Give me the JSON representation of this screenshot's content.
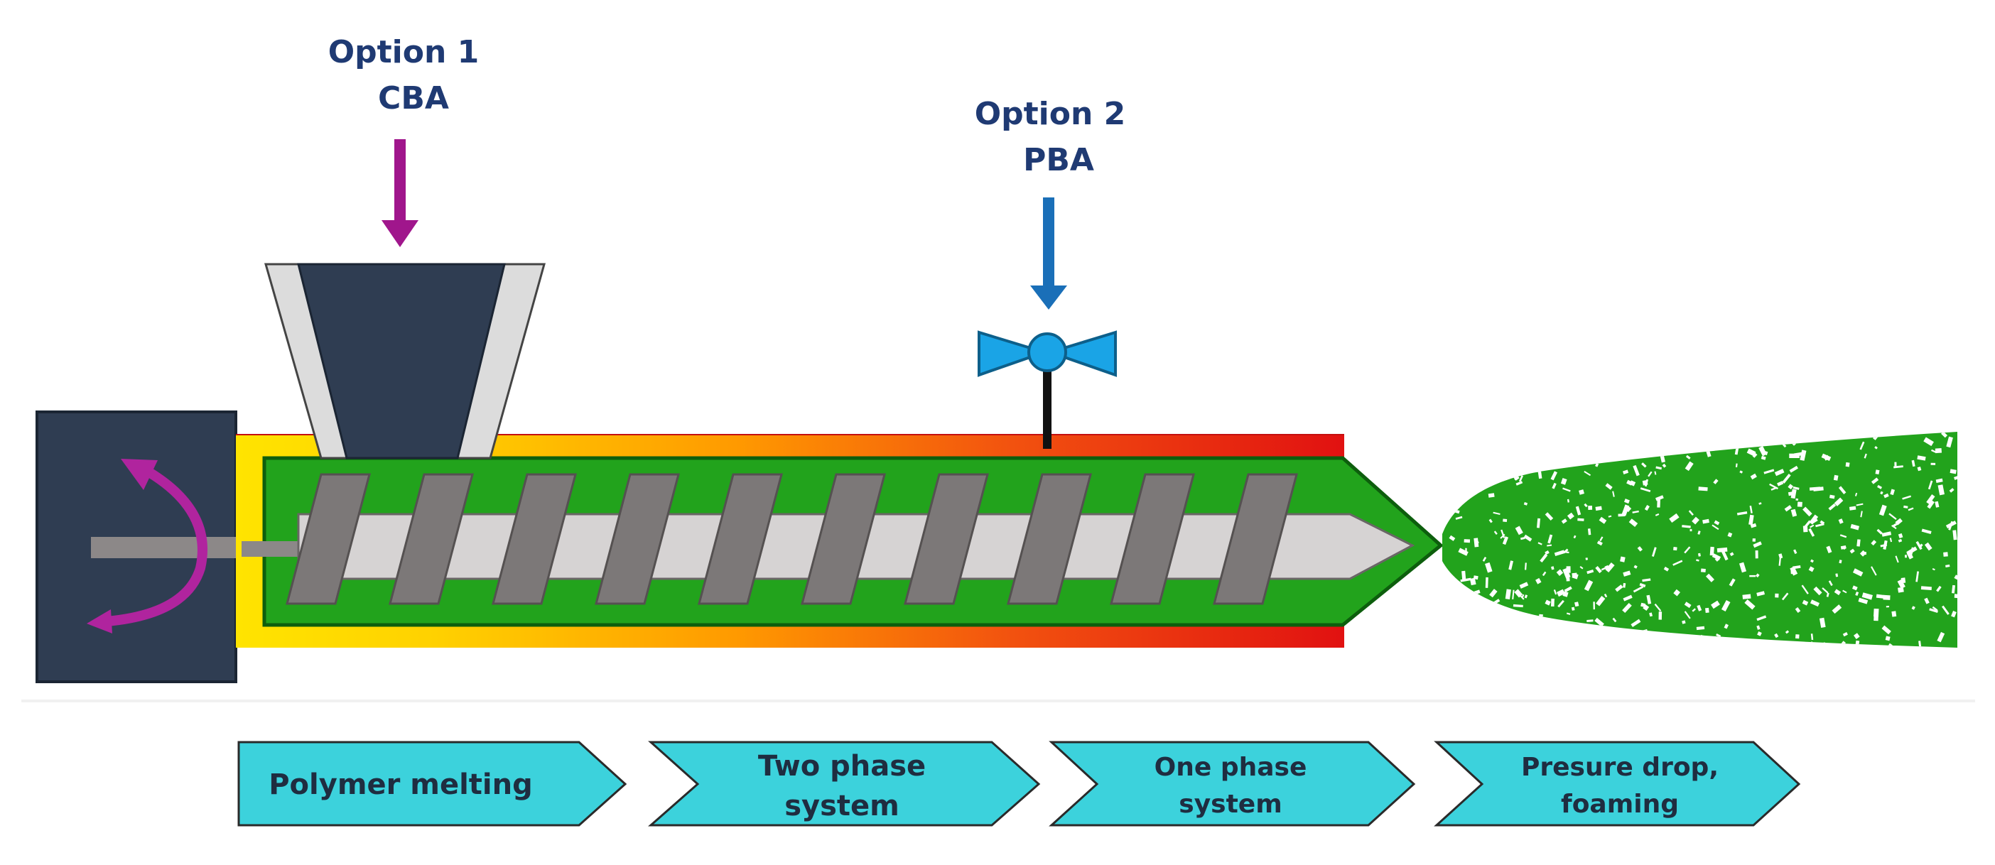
{
  "inputs": {
    "option1": {
      "line1": "Option 1",
      "line2": "CBA",
      "arrow_color": "#a0168c"
    },
    "option2": {
      "line1": "Option 2",
      "line2": "PBA",
      "arrow_color": "#1a6fb8"
    }
  },
  "label_color": "#1f3a73",
  "stages": [
    {
      "lines": [
        "Polymer melting"
      ]
    },
    {
      "lines": [
        "Two phase",
        "system"
      ]
    },
    {
      "lines": [
        "One phase",
        "system"
      ]
    },
    {
      "lines": [
        "Presure drop,",
        "foaming"
      ]
    }
  ],
  "colors": {
    "motor": "#2f3d52",
    "hopper": "#2f3d52",
    "polymer": "#22a31c",
    "screw_shaft": "#d6d3d3",
    "screw_flight": "#7c7878",
    "barrel_gradient": [
      "#ffe400",
      "#ff9a00",
      "#f03b10",
      "#e11111"
    ],
    "valve": "#1aa4e6",
    "stage_fill": "#3cd2dc",
    "rotation_arrow": "#b0249e",
    "foam": "#22a31c"
  },
  "icons": {
    "motor": "motor-icon",
    "rotation": "rotation-arrow-icon",
    "valve": "valve-icon"
  }
}
